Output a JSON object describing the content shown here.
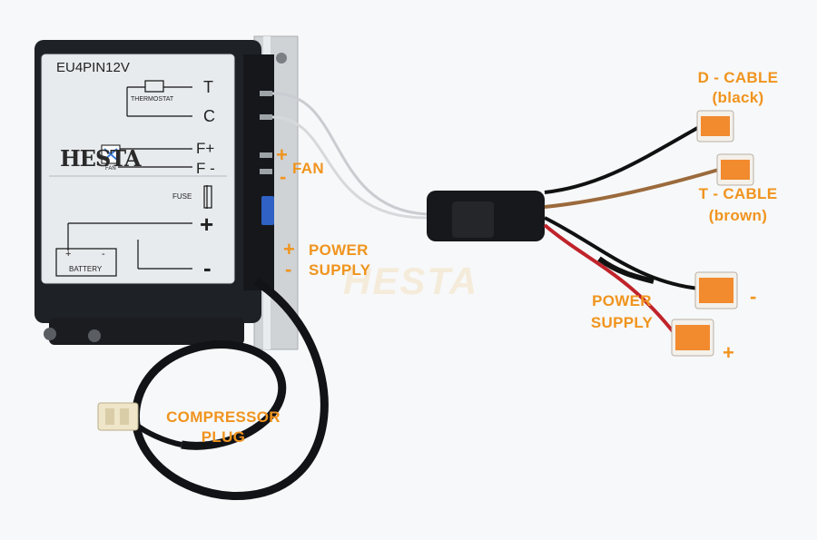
{
  "module": {
    "model": "EU4PIN12V",
    "thermostat_label": "THERMOSTAT",
    "terminal_t": "T",
    "terminal_c": "C",
    "logo": "HESTA",
    "fan_small_label": "FAN",
    "terminal_fplus": "F+",
    "terminal_fminus": "F -",
    "fuse_label": "FUSE",
    "plus_sign": "+",
    "minus_sign": "-",
    "battery_label": "BATTERY",
    "battery_plus": "+",
    "battery_minus": "-"
  },
  "annotations": {
    "fan_plus": "+",
    "fan_minus": "-",
    "fan": "FAN",
    "supply_plus": "+",
    "supply_minus": "-",
    "power_supply_left_line1": "POWER",
    "power_supply_left_line2": "SUPPLY",
    "d_cable_line1": "D - CABLE",
    "d_cable_line2": "(black)",
    "t_cable_line1": "T - CABLE",
    "t_cable_line2": "(brown)",
    "power_supply_right_line1": "POWER",
    "power_supply_right_line2": "SUPPLY",
    "right_minus": "-",
    "right_plus": "+",
    "compressor_line1": "COMPRESSOR",
    "compressor_line2": "PLUG"
  },
  "watermark": "HESTA",
  "colors": {
    "accent": "#f0941e",
    "module_body": "#1e2126",
    "label_panel": "#e8ebee",
    "connector_orange": "#f28a2e",
    "wire_brown": "#9b6a3c",
    "wire_red": "#c0232b"
  }
}
